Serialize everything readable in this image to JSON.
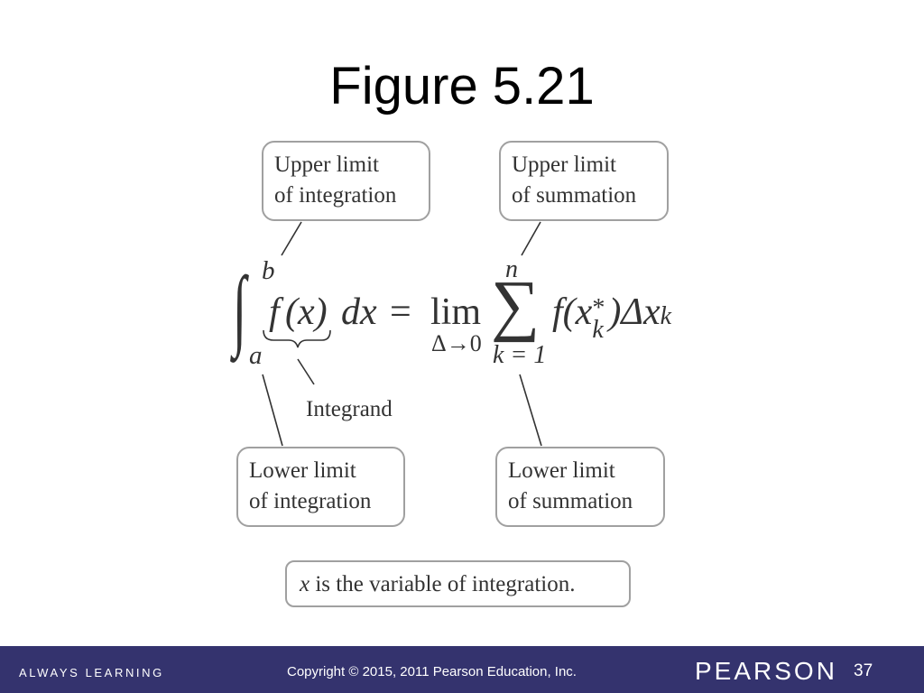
{
  "slide": {
    "title": "Figure 5.21"
  },
  "figure": {
    "upper_limit_integration": [
      "Upper limit",
      "of integration"
    ],
    "upper_limit_summation": [
      "Upper limit",
      "of summation"
    ],
    "lower_limit_integration": [
      "Lower limit",
      "of integration"
    ],
    "lower_limit_summation": [
      "Lower limit",
      "of summation"
    ],
    "integrand_label": "Integrand",
    "variable_note": {
      "var": "x",
      "text": " is the variable of integration."
    },
    "equation": {
      "integral_sign": "∫",
      "int_upper": "b",
      "int_lower": "a",
      "integrand_f": "f",
      "integrand_args": "(x)",
      "differential": "dx",
      "equals": "=",
      "lim": "lim",
      "lim_sub": "Δ→0",
      "sigma": "∑",
      "sum_upper": "n",
      "sum_lower": "k = 1",
      "term_f": "f",
      "term_open": "(x",
      "term_sup": "*",
      "term_sub": "k",
      "term_delta": ")Δx",
      "term_sub2": "k"
    }
  },
  "footer": {
    "tagline": "ALWAYS LEARNING",
    "copyright": "Copyright © 2015, 2011 Pearson Education, Inc.",
    "brand": "PEARSON",
    "page_number": "37"
  },
  "colors": {
    "footer_bg": "#34336e",
    "box_border": "#a0a0a0",
    "text": "#333333"
  }
}
